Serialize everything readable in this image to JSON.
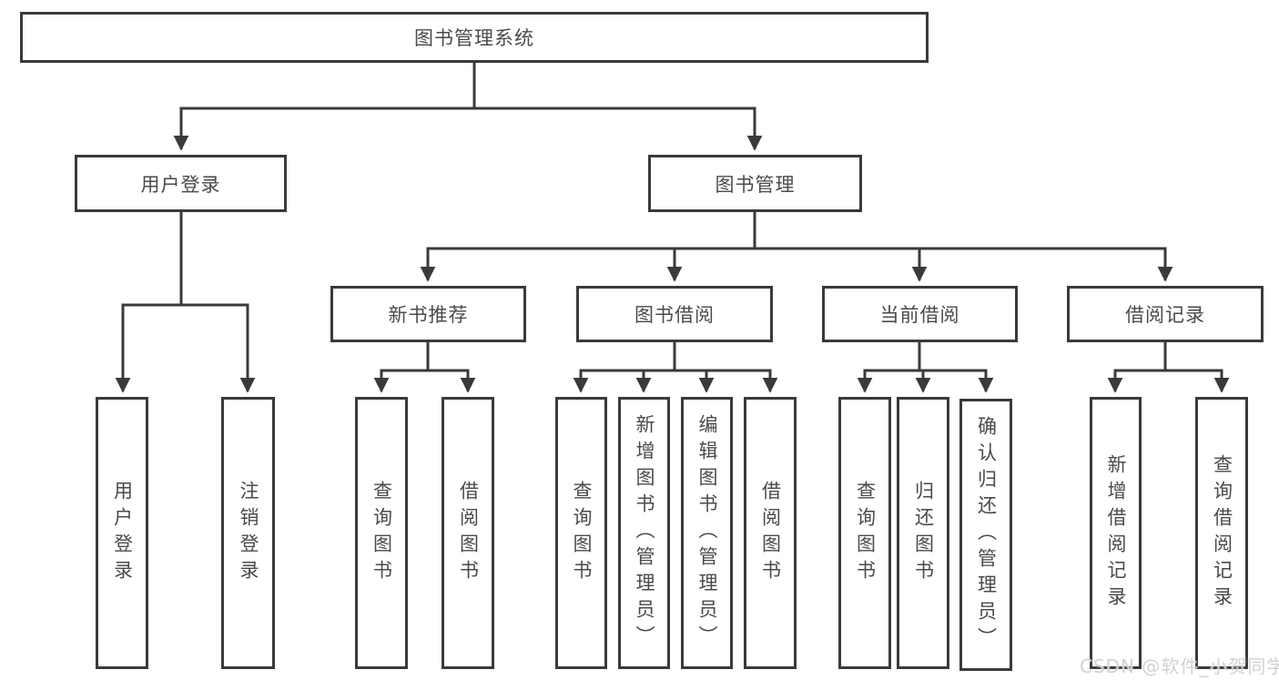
{
  "colors": {
    "line": "#3a3a3a",
    "box_border": "#3a3a3a",
    "text": "#4a4a4a",
    "background": "#ffffff",
    "watermark": "#d2d2d2"
  },
  "nodes": {
    "root": "图书管理系统",
    "user_login": "用户登录",
    "book_management": "图书管理",
    "new_book_recommend": "新书推荐",
    "book_borrowing": "图书借阅",
    "current_borrowing": "当前借阅",
    "borrowing_records": "借阅记录",
    "leaf_user_login": "用户登录",
    "leaf_logout": "注销登录",
    "leaf_recommend_query_books": "查询图书",
    "leaf_recommend_borrow_books": "借阅图书",
    "leaf_borrowing_query_books": "查询图书",
    "leaf_borrowing_add_books_admin": "新增图书（管理员）",
    "leaf_borrowing_edit_books_admin": "编辑图书（管理员）",
    "leaf_borrowing_borrow_books": "借阅图书",
    "leaf_current_query_books": "查询图书",
    "leaf_current_return_books": "归还图书",
    "leaf_current_confirm_return_admin": "确认归还（管理员）",
    "leaf_records_add_borrow_record": "新增借阅记录",
    "leaf_records_query_borrow_record": "查询借阅记录"
  },
  "watermark": "CSDN @软件_小贺同学"
}
